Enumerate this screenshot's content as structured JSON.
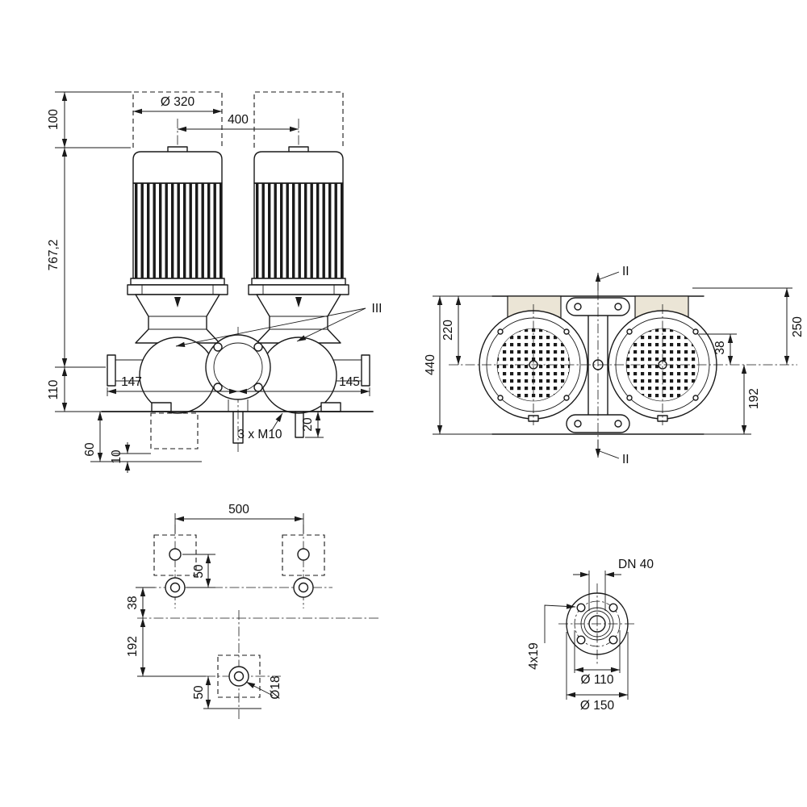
{
  "colors": {
    "line": "#1a1a1a",
    "terminal_box": "#ebe5d6",
    "background": "#ffffff"
  },
  "front_view": {
    "dim_motor_diameter": "Ø 320",
    "dim_motor_spacing": "400",
    "dim_removal_clearance": "100",
    "dim_overall_height": "767,2",
    "dim_axis_height": "110",
    "dim_port_left": "147",
    "dim_port_right": "145",
    "label_seal_detail": "III",
    "dim_tapped_holes": "3 x M10",
    "dim_stub_height": "20",
    "dim_foundation_depth": "60",
    "dim_plate_thickness": "10"
  },
  "top_view": {
    "dim_overall_depth": "440",
    "dim_center_to_flange": "220",
    "dim_center_to_motor_edge": "250",
    "dim_foot_hole_offset": "38",
    "dim_foot_hole_span": "192",
    "label_section_cut": "II"
  },
  "foundation_view": {
    "dim_hole_spacing_width": "500",
    "dim_upper_hole_offset": "50",
    "dim_axis_offset": "38",
    "dim_lower_hole_span": "192",
    "dim_lower_hole_offset": "50",
    "dim_hole_diameter": "Ø18"
  },
  "flange_view": {
    "dim_nominal_diameter": "DN 40",
    "dim_bolt_holes": "4x19",
    "dim_bolt_circle": "Ø 110",
    "dim_outer_diameter": "Ø 150"
  }
}
